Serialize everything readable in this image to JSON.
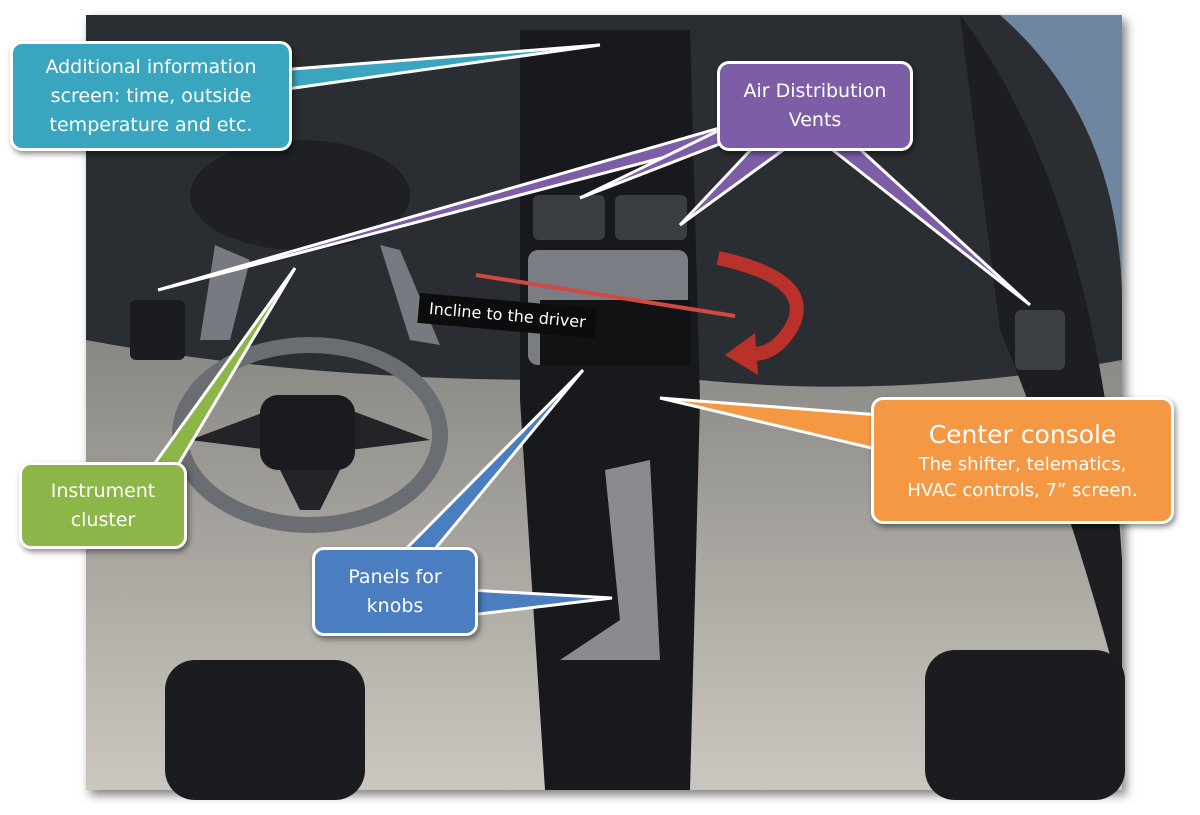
{
  "callouts": {
    "info_screen": "Additional information screen: time, outside temperature and etc.",
    "air_vents": "Air Distribution Vents",
    "instrument_cluster": "Instrument cluster",
    "knob_panels": "Panels for knobs",
    "center_console_title": "Center console",
    "center_console_desc": "The shifter, telematics, HVAC controls, 7” screen."
  },
  "incline_label": "Incline to the driver",
  "colors": {
    "info": "#3aa5bf",
    "vents": "#7d5ea6",
    "cluster": "#8cb648",
    "knobs": "#4a7ec0",
    "console": "#f49844",
    "arrow": "#c0392b"
  }
}
